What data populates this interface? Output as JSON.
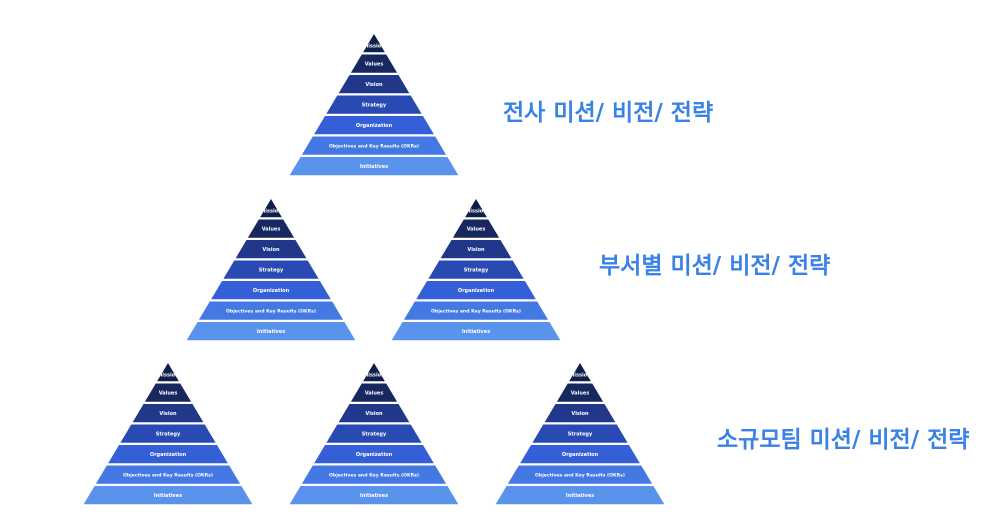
{
  "levels": [
    {
      "label": "Mission",
      "color": "#0f1f4b"
    },
    {
      "label": "Values",
      "color": "#17275f"
    },
    {
      "label": "Vision",
      "color": "#21388a"
    },
    {
      "label": "Strategy",
      "color": "#2a4ab3"
    },
    {
      "label": "Organization",
      "color": "#345fd6"
    },
    {
      "label": "Objectives and Key Results (OKRs)",
      "color": "#4478e3"
    },
    {
      "label": "Initiatives",
      "color": "#5a93ec"
    }
  ],
  "tiers": [
    {
      "label": "전사 미션/ 비전/ 전략",
      "count": 1
    },
    {
      "label": "부서별 미션/ 비전/ 전략",
      "count": 2
    },
    {
      "label": "소규모팀 미션/ 비전/ 전략",
      "count": 3
    }
  ],
  "label_color": "#3b82e6"
}
